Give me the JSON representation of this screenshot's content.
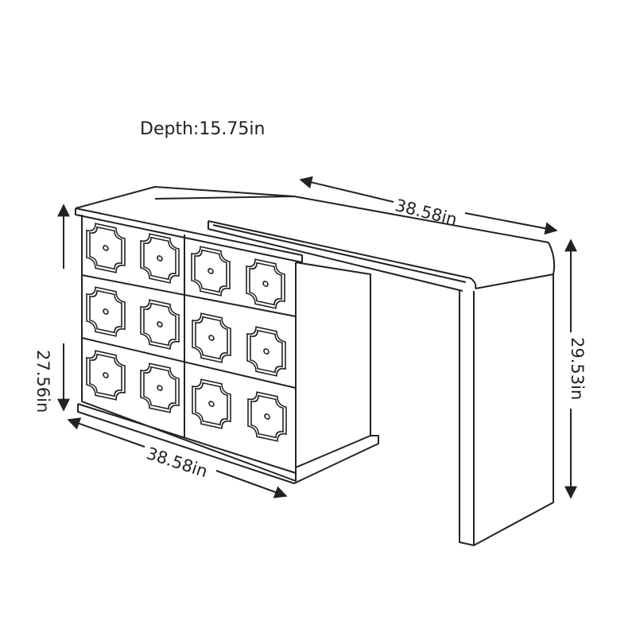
{
  "dimensions": {
    "depth": "Depth:15.75in",
    "top_width": "38.58in",
    "bottom_width": "38.58in",
    "cabinet_height": "27.56in",
    "desk_height": "29.53in"
  },
  "colors": {
    "line": "#222222",
    "background": "#ffffff"
  },
  "drawer_grid": {
    "rows": 3,
    "columns": 2,
    "knobs_per_drawer": 2
  }
}
